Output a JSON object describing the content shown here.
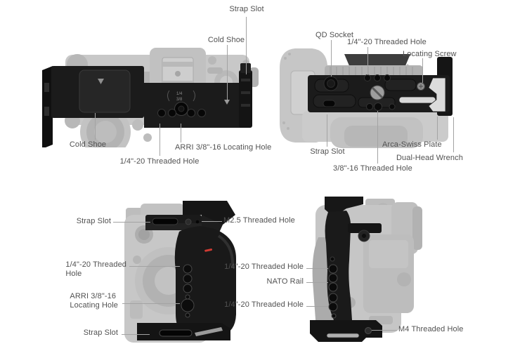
{
  "diagram_title": "Camera cage feature annotation diagram",
  "colors": {
    "background": "#ffffff",
    "label_text": "#515151",
    "leader_line": "#a3a3a3",
    "cage_black": "#1b1b1b",
    "ghost_camera_gray": "#c7c7c7",
    "wrench_silver": "#d9d9d9",
    "accent_red": "#cf3b33"
  },
  "views": {
    "top": {
      "labels": {
        "strap_slot": "Strap Slot",
        "cold_shoe_top": "Cold Shoe",
        "cold_shoe_bottom": "Cold Shoe",
        "arri_locating_hole": "ARRI 3/8\"-16 Locating Hole",
        "quarter_20_hole": "1/4\"-20 Threaded Hole"
      }
    },
    "bottom": {
      "labels": {
        "qd_socket": "QD Socket",
        "quarter_20_hole": "1/4\"-20 Threaded Hole",
        "locating_screw": "Locating Screw",
        "strap_slot": "Strap Slot",
        "arca_swiss_plate": "Arca-Swiss Plate",
        "dual_head_wrench": "Dual-Head Wrench",
        "three_eighth_hole": "3/8\"-16 Threaded Hole"
      }
    },
    "front": {
      "labels": {
        "strap_slot_top": "Strap Slot",
        "m25_hole": "M2.5 Threaded Hole",
        "quarter_20_line1": "1/4\"-20 Threaded",
        "quarter_20_line2": "Hole",
        "arri_line1": "ARRI 3/8\"-16",
        "arri_line2": "Locating Hole",
        "strap_slot_bottom": "Strap Slot"
      }
    },
    "side": {
      "labels": {
        "quarter_20_top": "1/4\"-20 Threaded Hole",
        "nato_rail": "NATO Rail",
        "quarter_20_bottom": "1/4\"-20 Threaded Hole",
        "m4_hole": "M4 Threaded Hole"
      }
    }
  }
}
